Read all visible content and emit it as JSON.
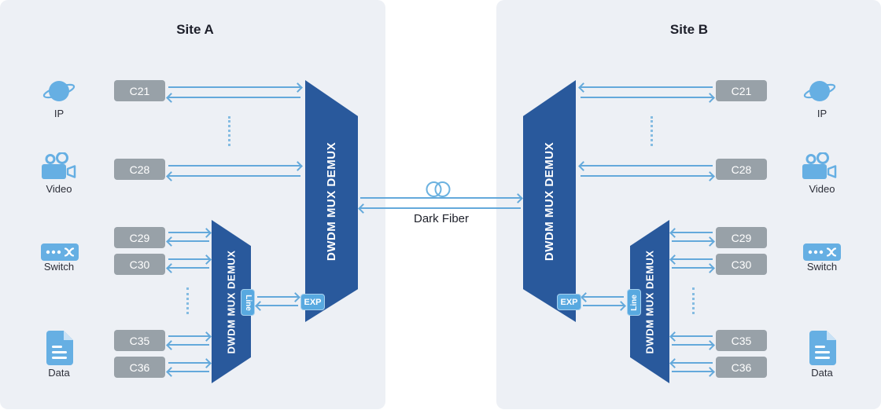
{
  "sites": [
    {
      "title": "Site A",
      "clients": [
        {
          "label": "IP",
          "icon": "planet-icon"
        },
        {
          "label": "Video",
          "icon": "video-camera-icon"
        },
        {
          "label": "Switch",
          "icon": "network-switch-icon"
        },
        {
          "label": "Data",
          "icon": "document-icon"
        }
      ],
      "channels": [
        "C21",
        "C28",
        "C29",
        "C30",
        "C35",
        "C36"
      ],
      "main_mux_label": "DWDM MUX DEMUX",
      "expansion_mux_label": "DWDM MUX DEMUX",
      "line_port_label": "Line",
      "exp_port_label": "EXP"
    },
    {
      "title": "Site B",
      "clients": [
        {
          "label": "IP",
          "icon": "planet-icon"
        },
        {
          "label": "Video",
          "icon": "video-camera-icon"
        },
        {
          "label": "Switch",
          "icon": "network-switch-icon"
        },
        {
          "label": "Data",
          "icon": "document-icon"
        }
      ],
      "channels": [
        "C21",
        "C28",
        "C29",
        "C30",
        "C35",
        "C36"
      ],
      "main_mux_label": "DWDM MUX DEMUX",
      "expansion_mux_label": "DWDM MUX DEMUX",
      "line_port_label": "Line",
      "exp_port_label": "EXP"
    }
  ],
  "link": {
    "label": "Dark Fiber",
    "icon": "fiber-coil-icon"
  },
  "colors": {
    "panel_bg": "#edf0f5",
    "mux_blue": "#29599c",
    "channel_gray": "#98a1a8",
    "arrow_blue": "#64a9db",
    "port_blue": "#58a9e0",
    "icon_blue": "#66afe3"
  }
}
